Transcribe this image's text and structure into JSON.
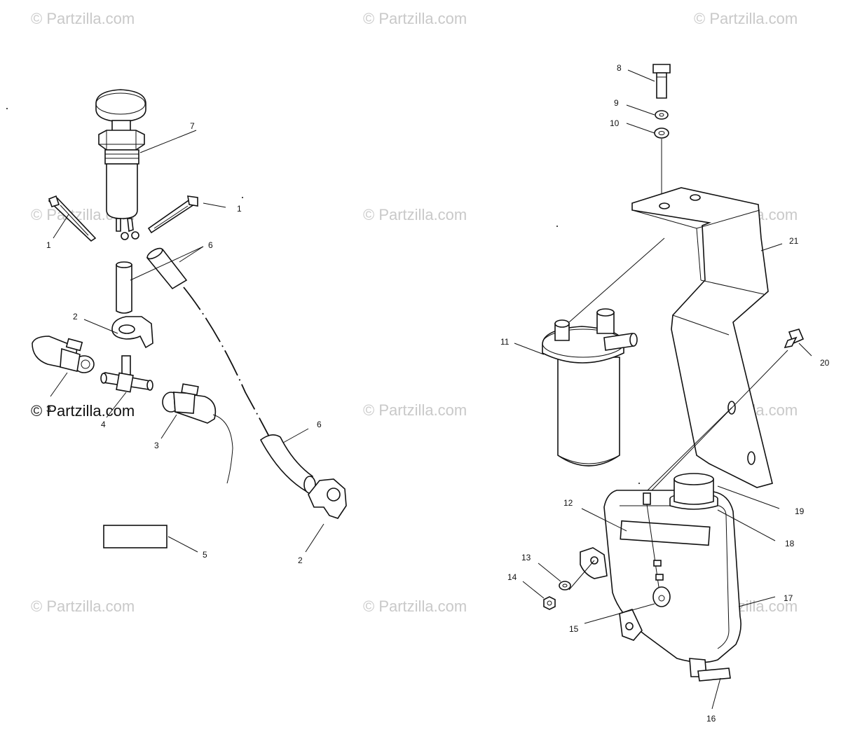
{
  "watermark_text": "© Partzilla.com",
  "callouts": {
    "c1a": "1",
    "c1b": "1",
    "c2a": "2",
    "c2b": "2",
    "c3a": "3",
    "c3b": "3",
    "c4": "4",
    "c5": "5",
    "c6a": "6",
    "c6b": "6",
    "c7": "7",
    "c8": "8",
    "c9": "9",
    "c10": "10",
    "c11": "11",
    "c12": "12",
    "c13": "13",
    "c14": "14",
    "c15": "15",
    "c16": "16",
    "c17": "17",
    "c18": "18",
    "c19": "19",
    "c20": "20",
    "c21": "21"
  }
}
